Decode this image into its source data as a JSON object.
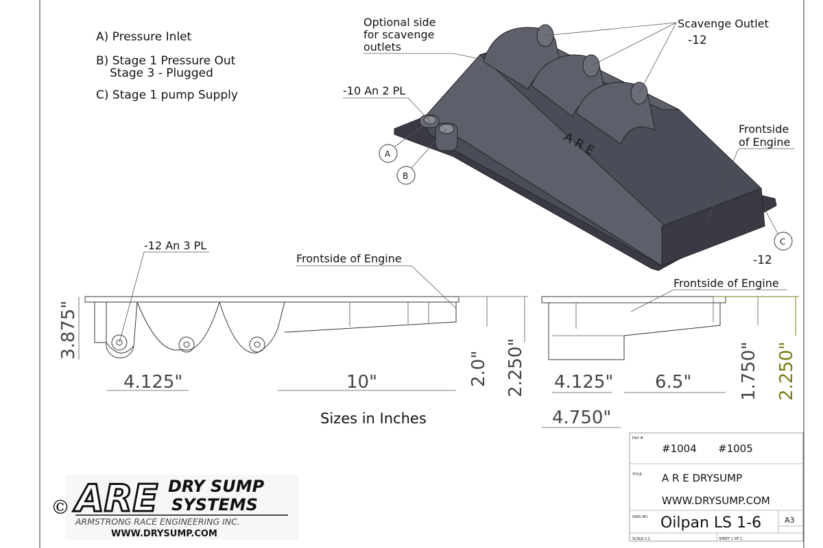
{
  "legend": {
    "a": "A) Pressure Inlet",
    "b1": "B) Stage 1 Pressure Out",
    "b2": "Stage 3 - Plugged",
    "c": "C) Stage 1 pump Supply"
  },
  "callouts": {
    "optional_1": "Optional side",
    "optional_2": "for scavenge",
    "optional_3": "outlets",
    "scavenge_outlet": "Scavenge Outlet",
    "scavenge_size": "-12",
    "an10": "-10 An 2 PL",
    "frontside_iso_1": "Frontside",
    "frontside_iso_2": "of Engine",
    "marker_a": "A",
    "marker_b": "B",
    "marker_c": "C",
    "c_size": "-12",
    "logo_text": "A R E",
    "an12": "-12 An 3 PL",
    "frontside_side": "Frontside of Engine",
    "frontside_end": "Frontside of Engine"
  },
  "dimensions": {
    "height_left": "3.875\"",
    "spacing": "4.125\"",
    "length": "10\"",
    "depth_2": "2.0\"",
    "depth_2250": "2.250\"",
    "end_4125": "4.125\"",
    "end_65": "6.5\"",
    "end_1750": "1.750\"",
    "end_2250": "2.250\"",
    "end_4750": "4.750\""
  },
  "units_note": "Sizes in Inches",
  "title_block": {
    "part_label": "Part #",
    "part_1": "#1004",
    "part_2": "#1005",
    "title_label": "TITLE:",
    "title": "A R E  DRYSUMP",
    "website": "WWW.DRYSUMP.COM",
    "dwg_label": "DWG NO.",
    "dwg_no": "Oilpan LS 1-6",
    "size": "A3",
    "scale": "SCALE:1:2",
    "sheet": "SHEET 1 OF 1"
  },
  "company": {
    "copyright": "©",
    "logo_letters": "ARE",
    "line1": "DRY SUMP",
    "line2": "SYSTEMS",
    "full_name": "ARMSTRONG RACE ENGINEERING INC.",
    "website": "WWW.DRYSUMP.COM"
  },
  "colors": {
    "dim_highlight": "#7a7a10",
    "body": "#4a4c57"
  }
}
